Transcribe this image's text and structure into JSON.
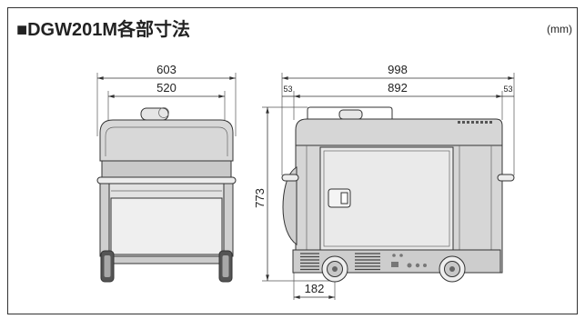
{
  "title": "■DGW201M各部寸法",
  "unit": "(mm)",
  "front_view": {
    "overall_width": "603",
    "frame_width": "520"
  },
  "side_view": {
    "overall_length": "998",
    "frame_length": "892",
    "left_overhang": "53",
    "right_overhang": "53",
    "height": "773",
    "wheel_offset": "182"
  }
}
